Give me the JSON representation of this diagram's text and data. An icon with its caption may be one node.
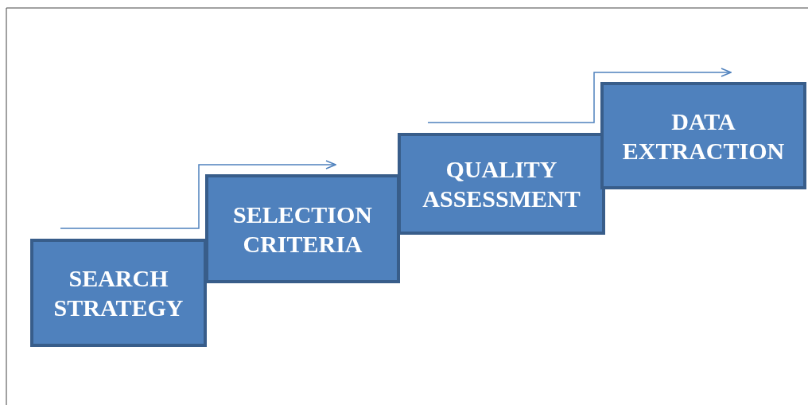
{
  "diagram": {
    "nodes": [
      {
        "text": [
          "SEARCH STRATEGY"
        ]
      },
      {
        "text": [
          "SELECTION CRITERIA"
        ]
      },
      {
        "text": [
          "QUALITY ASSESSMENT"
        ]
      },
      {
        "text": [
          "DATA EXTRACTION"
        ]
      }
    ],
    "edges": [
      {
        "from": 0,
        "to": 1,
        "arrow": "to"
      },
      {
        "from": 2,
        "to": 3,
        "arrow": "to"
      }
    ]
  }
}
